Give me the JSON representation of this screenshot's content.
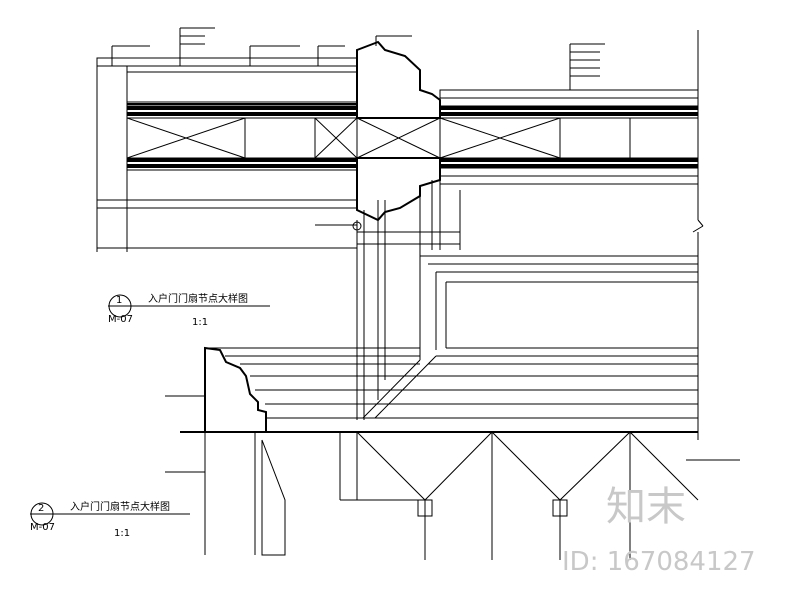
{
  "details": [
    {
      "number": "1",
      "ref": "M-07",
      "title": "入户门门扇节点大样图",
      "scale": "1:1"
    },
    {
      "number": "2",
      "ref": "M-07",
      "title": "入户门门扇节点大样图",
      "scale": "1:1"
    }
  ],
  "watermark": {
    "logo": "知末",
    "id": "ID: 167084127"
  }
}
